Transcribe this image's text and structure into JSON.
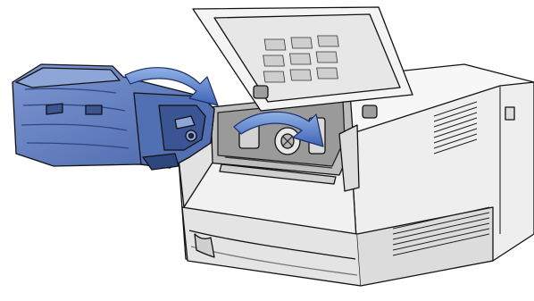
{
  "illustration": {
    "subject": "laser-printer-toner-cartridge-installation",
    "colors": {
      "outline": "#111111",
      "printer_body": "#f3f3f3",
      "printer_shade": "#d9d9d9",
      "printer_dark": "#8c8c8c",
      "cartridge": "#5b79bd",
      "cartridge_dark": "#3b5594",
      "cartridge_light": "#8ea5d8",
      "arrow": "#3f63b4",
      "arrow_highlight": "#8fb1e6",
      "background": "#ffffff"
    },
    "icons": [
      "curved-arrow-icon",
      "curved-arrow-icon",
      "toner-cartridge",
      "printer"
    ]
  }
}
